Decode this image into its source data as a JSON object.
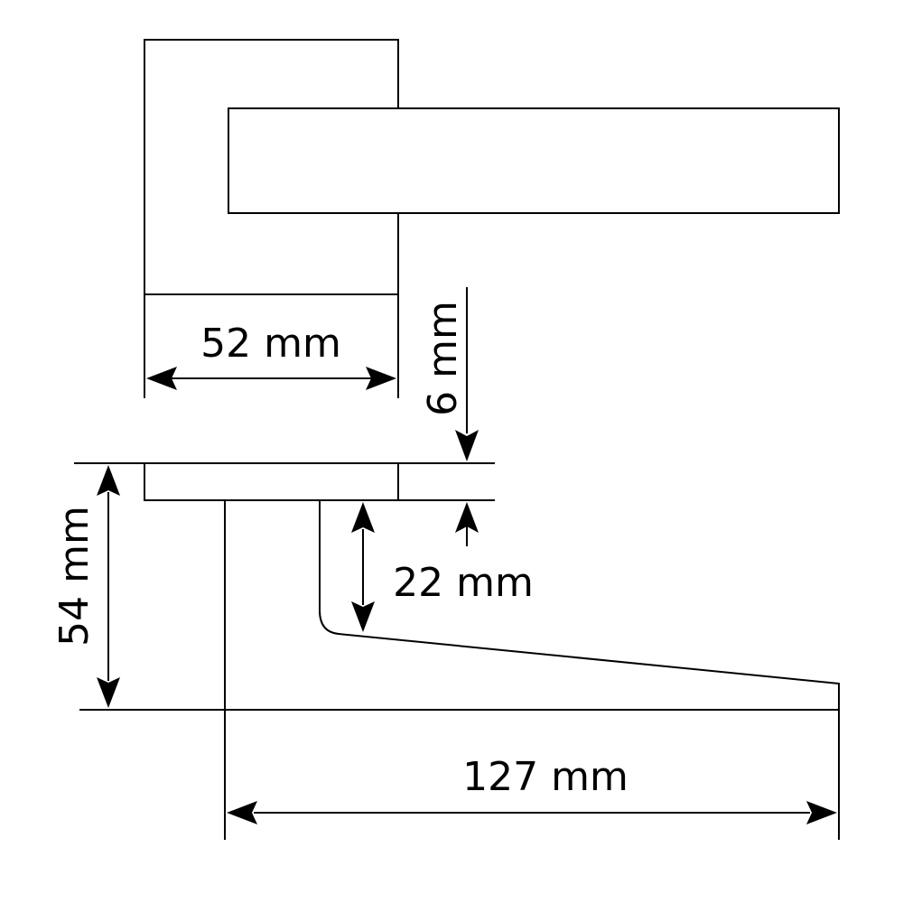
{
  "dimensions": {
    "rose_width": "52 mm",
    "rose_thickness": "6 mm",
    "projection": "54 mm",
    "handle_drop": "22 mm",
    "handle_length": "127 mm"
  },
  "colors": {
    "line": "#000000",
    "background": "#ffffff"
  }
}
